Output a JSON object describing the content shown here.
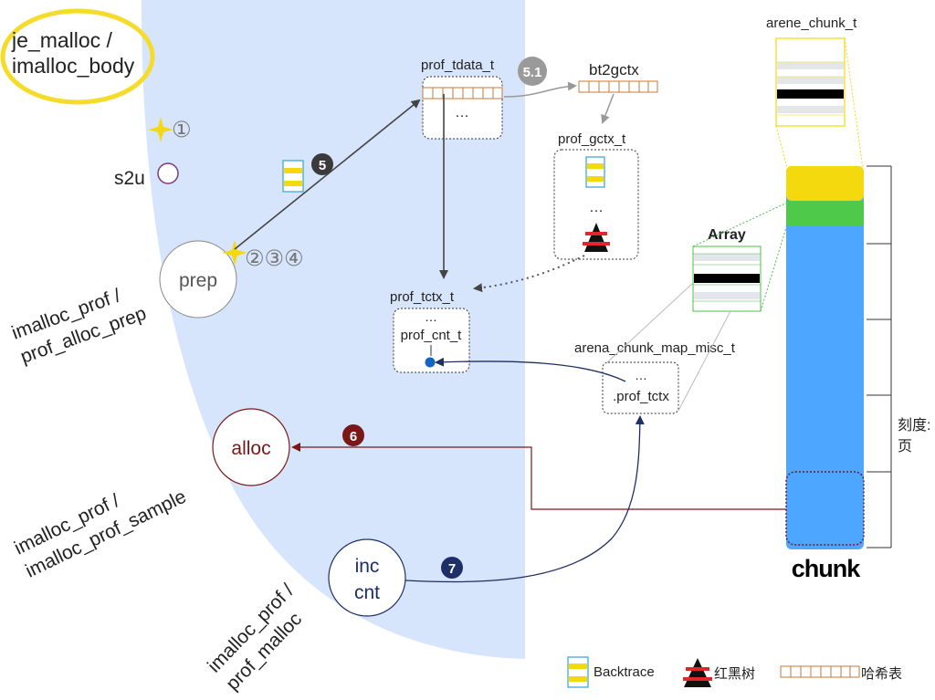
{
  "title_lines": [
    "je_malloc /",
    "imalloc_body"
  ],
  "steps": {
    "s1": "①",
    "s234": "②③④",
    "s5": "❺",
    "s51": "5.1",
    "s6": "❻",
    "s7": "❼"
  },
  "s2u": "s2u",
  "nodes": {
    "prep": "prep",
    "alloc": "alloc",
    "inc_cnt": [
      "inc",
      "cnt"
    ]
  },
  "callers": {
    "prep": [
      "imalloc_prof /",
      "prof_alloc_prep"
    ],
    "sample": [
      "imalloc_prof /",
      "imalloc_prof_sample"
    ],
    "malloc": [
      "imalloc_prof /",
      "prof_malloc"
    ]
  },
  "structs": {
    "prof_tdata_t": "prof_tdata_t",
    "tdata_ellipsis": "…",
    "bt2gctx": "bt2gctx",
    "prof_gctx_t": "prof_gctx_t",
    "gctx_ellipsis": "…",
    "prof_tctx_t": "prof_tctx_t",
    "tctx_ellipsis": "…",
    "prof_cnt_t": "prof_cnt_t",
    "map_misc_t": "arena_chunk_map_misc_t",
    "misc_ellipsis": "…",
    "prof_tctx_field": ".prof_tctx",
    "arene_chunk_t": "arene_chunk_t",
    "array": "Array",
    "chunk": "chunk"
  },
  "scale_label": [
    "刻度:",
    "页"
  ],
  "legend": {
    "backtrace": "Backtrace",
    "rbtree": "红黑树",
    "hash": "哈希表"
  },
  "colors": {
    "region_blue": "#d6e5fb",
    "chunk_blue": "#4da6ff",
    "chunk_yellow": "#f5d90f",
    "chunk_green": "#4fc94a",
    "highlight_yellow": "#f7e23c",
    "alloc_red": "#7a1818",
    "inc_navy": "#1d2f66",
    "step_gray": "#9a9a9a"
  }
}
